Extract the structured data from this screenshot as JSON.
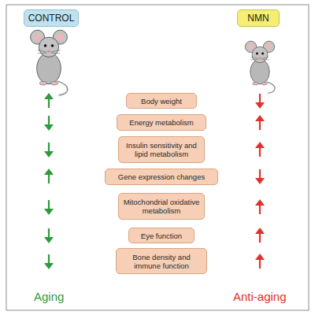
{
  "diagram": {
    "nodes": [
      {
        "text": [
          "CONTROL"
        ]
      },
      {
        "text": [
          "NMN"
        ]
      },
      {
        "text": [
          "Body weight"
        ]
      },
      {
        "text": [
          "Energy metabolism"
        ]
      },
      {
        "text": [
          "Insulin sensitivity and lipid metabolism"
        ]
      },
      {
        "text": [
          "Gene expression changes"
        ]
      },
      {
        "text": [
          "Mitochondrial oxidative metabolism"
        ]
      },
      {
        "text": [
          "Eye function"
        ]
      },
      {
        "text": [
          "Bone density and immune function"
        ]
      }
    ],
    "labels": [
      "Aging",
      "Anti-aging"
    ]
  }
}
